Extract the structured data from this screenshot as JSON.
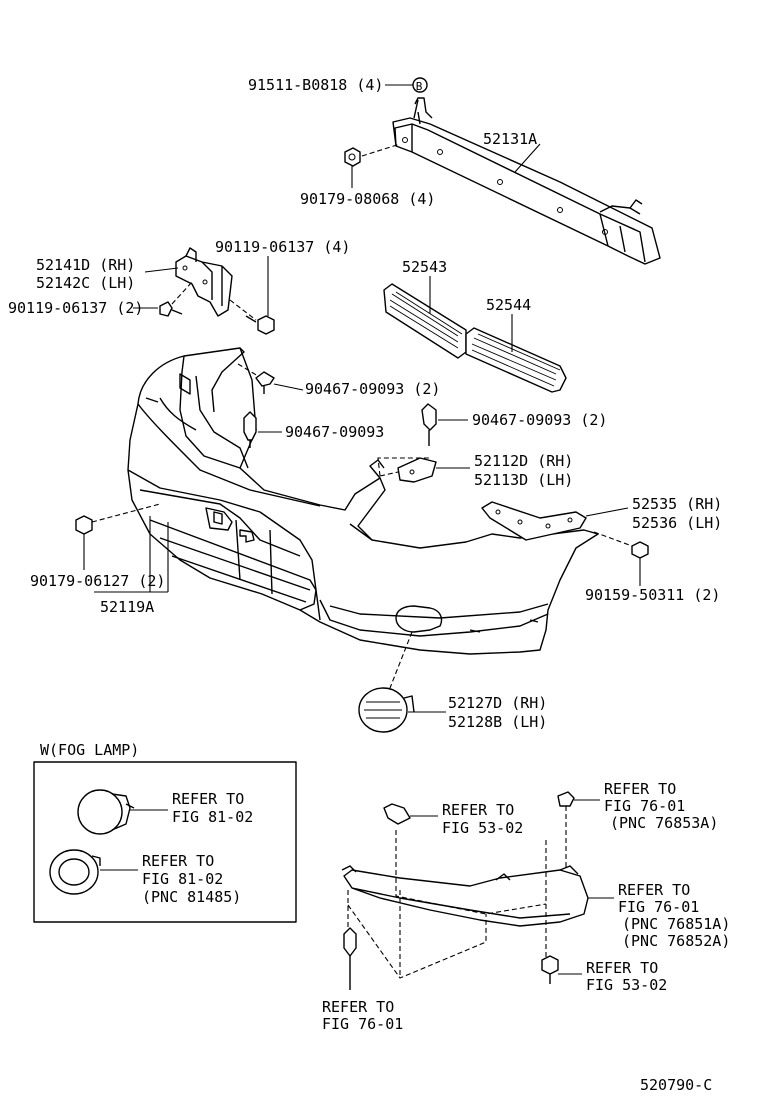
{
  "labels": {
    "p91511": "91511-B0818 (4)",
    "ref_b": "B",
    "p52131A": "52131A",
    "p90179_08068": "90179-08068 (4)",
    "p52141D": "52141D (RH)",
    "p52142C": "52142C (LH)",
    "p90119_a": "90119-06137 (4)",
    "p90119_b": "90119-06137 (2)",
    "p52543": "52543",
    "p52544": "52544",
    "p90467_a": "90467-09093 (2)",
    "p90467_b": "90467-09093",
    "p90467_c": "90467-09093 (2)",
    "p52112D": "52112D (RH)",
    "p52113D": "52113D (LH)",
    "p52535": "52535 (RH)",
    "p52536": "52536 (LH)",
    "p90179_06127": "90179-06127 (2)",
    "p52119A": "52119A",
    "p90159": "90159-50311 (2)",
    "p52127D": "52127D (RH)",
    "p52128B": "52128B (LH)"
  },
  "fog_box": {
    "title": "W(FOG LAMP)",
    "ref1_l1": "REFER TO",
    "ref1_l2": "FIG 81-02",
    "ref2_l1": "REFER TO",
    "ref2_l2": "FIG 81-02",
    "ref2_l3": "(PNC 81485)"
  },
  "lower": {
    "refA_l1": "REFER TO",
    "refA_l2": "FIG 53-02",
    "refB_l1": "REFER TO",
    "refB_l2": "FIG 76-01",
    "refB_l3": "(PNC 76853A)",
    "refC_l1": "REFER TO",
    "refC_l2": "FIG 76-01",
    "refC_l3": "(PNC 76851A)",
    "refC_l4": "(PNC 76852A)",
    "refD_l1": "REFER TO",
    "refD_l2": "FIG 53-02",
    "refE_l1": "REFER TO",
    "refE_l2": "FIG 76-01"
  },
  "figure_id": "520790-C"
}
